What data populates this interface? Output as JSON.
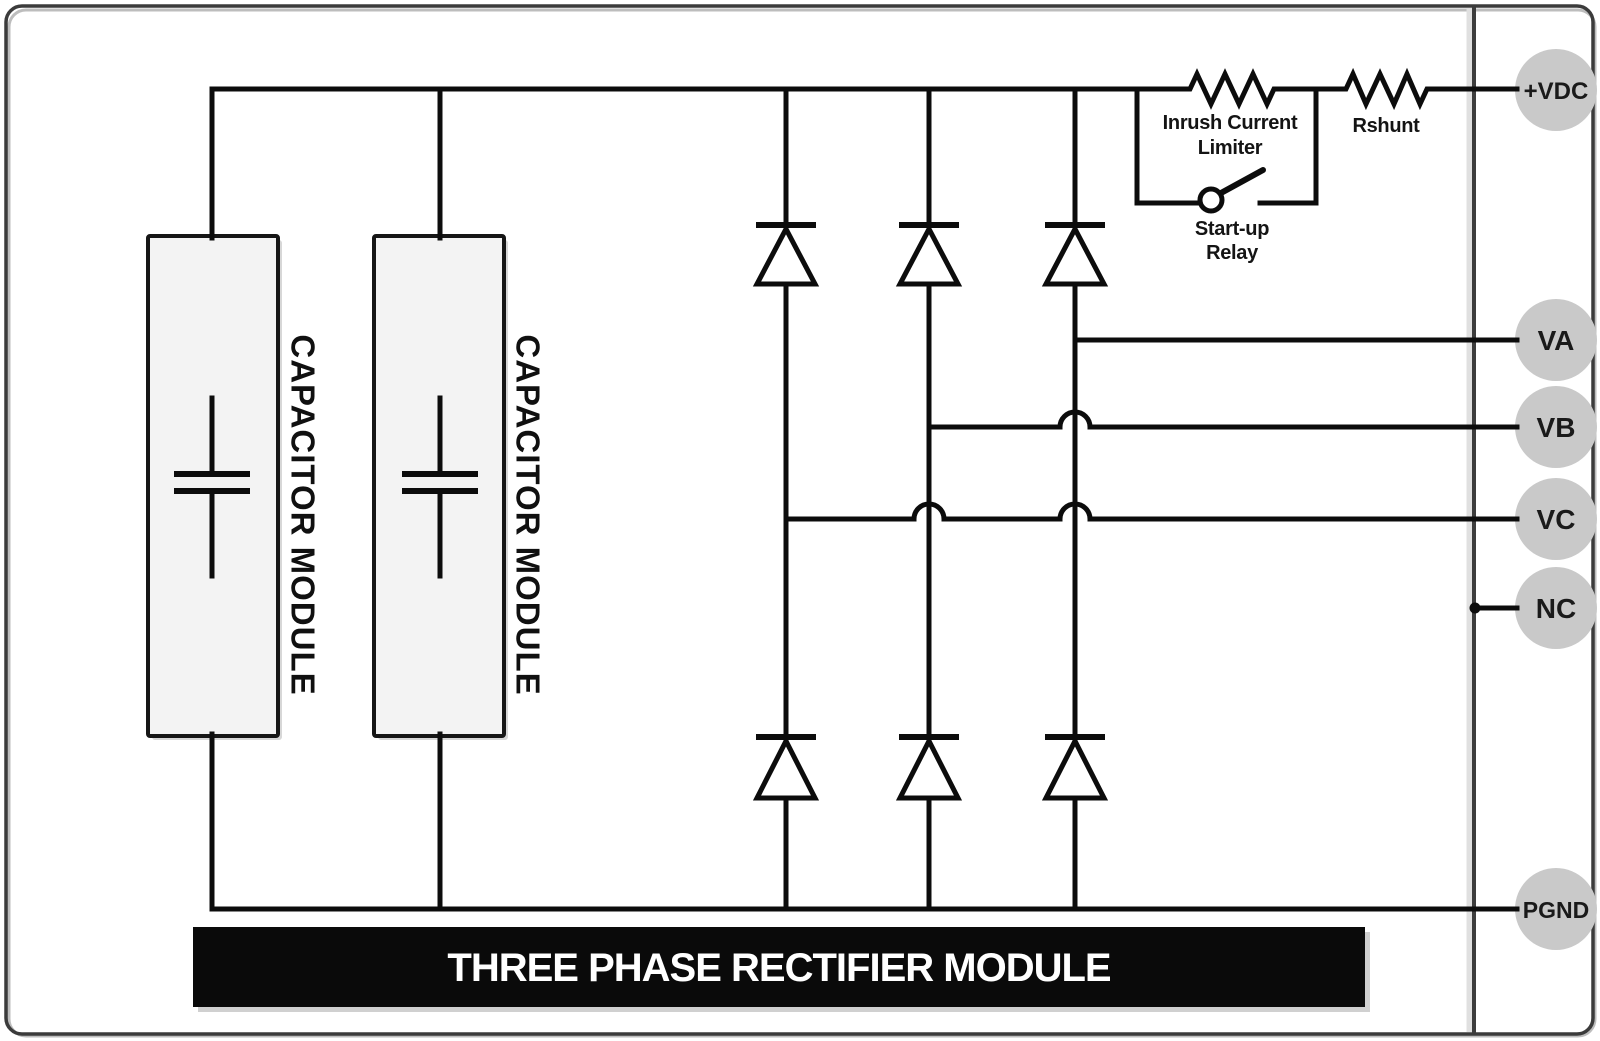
{
  "title_banner": "THREE PHASE RECTIFIER MODULE",
  "capacitor_modules": [
    {
      "label": "CAPACITOR MODULE"
    },
    {
      "label": "CAPACITOR MODULE"
    }
  ],
  "inrush_limiter": {
    "line1": "Inrush Current",
    "line2": "Limiter"
  },
  "startup_relay": {
    "line1": "Start-up",
    "line2": "Relay"
  },
  "shunt_resistor": {
    "label": "Rshunt"
  },
  "terminals": [
    {
      "id": "vdc-plus",
      "label": "+VDC"
    },
    {
      "id": "va",
      "label": "VA"
    },
    {
      "id": "vb",
      "label": "VB"
    },
    {
      "id": "vc",
      "label": "VC"
    },
    {
      "id": "nc",
      "label": "NC"
    },
    {
      "id": "pgnd",
      "label": "PGND"
    }
  ],
  "colors": {
    "wire": "#0c0c0c",
    "terminal_fill": "#c9c9c9",
    "banner_bg": "#0a0a0a",
    "banner_text": "#ffffff",
    "capacitor_box_fill": "#f3f3f3",
    "frame_border": "#3b3b3b"
  }
}
